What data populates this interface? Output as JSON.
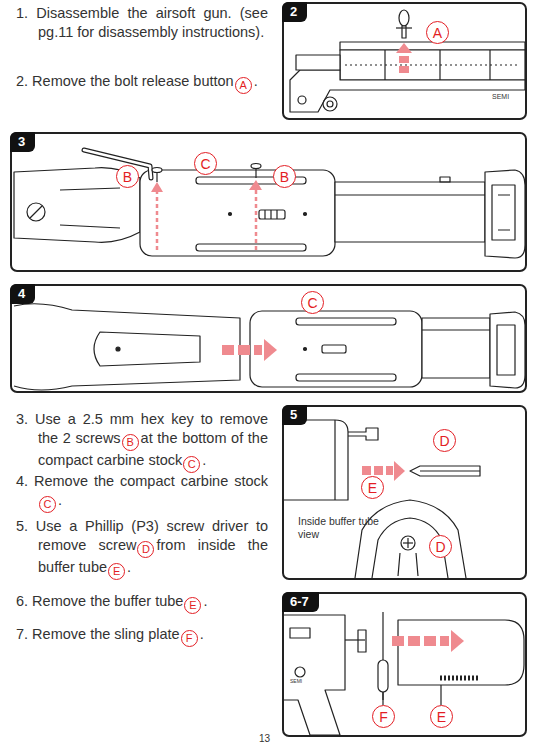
{
  "diagram": {
    "nodes": [
      {
        "text": [
          "A"
        ]
      },
      {
        "text": [
          "2"
        ]
      },
      {
        "text": [
          "A"
        ],
        "in": 1
      },
      {
        "text": [
          "3"
        ]
      },
      {
        "text": [
          "B"
        ],
        "in": 3
      },
      {
        "text": [
          "C"
        ],
        "in": 3
      },
      {
        "text": [
          "B"
        ],
        "in": 3
      },
      {
        "text": [
          "4"
        ]
      },
      {
        "text": [
          "C"
        ],
        "in": 7
      },
      {
        "text": [
          "B"
        ]
      },
      {
        "text": [
          "C"
        ]
      },
      {
        "text": [
          "C"
        ]
      },
      {
        "text": [
          "D"
        ]
      },
      {
        "text": [
          "E"
        ]
      },
      {
        "text": [
          "E"
        ]
      },
      {
        "text": [
          "F"
        ]
      },
      {
        "text": [
          "5"
        ]
      },
      {
        "text": [
          "D"
        ],
        "in": 16
      },
      {
        "text": [
          "E"
        ],
        "in": 16
      },
      {
        "text": [
          "D"
        ],
        "in": 16
      },
      {
        "text": [
          "6-7"
        ]
      },
      {
        "text": [
          "F"
        ],
        "in": 20
      },
      {
        "text": [
          "E"
        ],
        "in": 20
      }
    ],
    "labels": [
      "1. Disassemble the airsoft gun. (see pg.11 for disassembly instructions).",
      "2. Remove the bolt release button",
      ".",
      "3. Use a 2.5 mm hex key to remove the 2 screws",
      "at the bottom of the compact carbine stock",
      ".",
      "4. Remove the compact carbine stock",
      ".",
      "5. Use a Phillip (P3) screw driver to remove screw",
      "from inside the buffer tube",
      ".",
      "6. Remove the buffer tube",
      ".",
      "7. Remove the sling plate",
      ".",
      "SEMI",
      "Inside buffer tube view",
      "SEMI",
      "13"
    ]
  }
}
